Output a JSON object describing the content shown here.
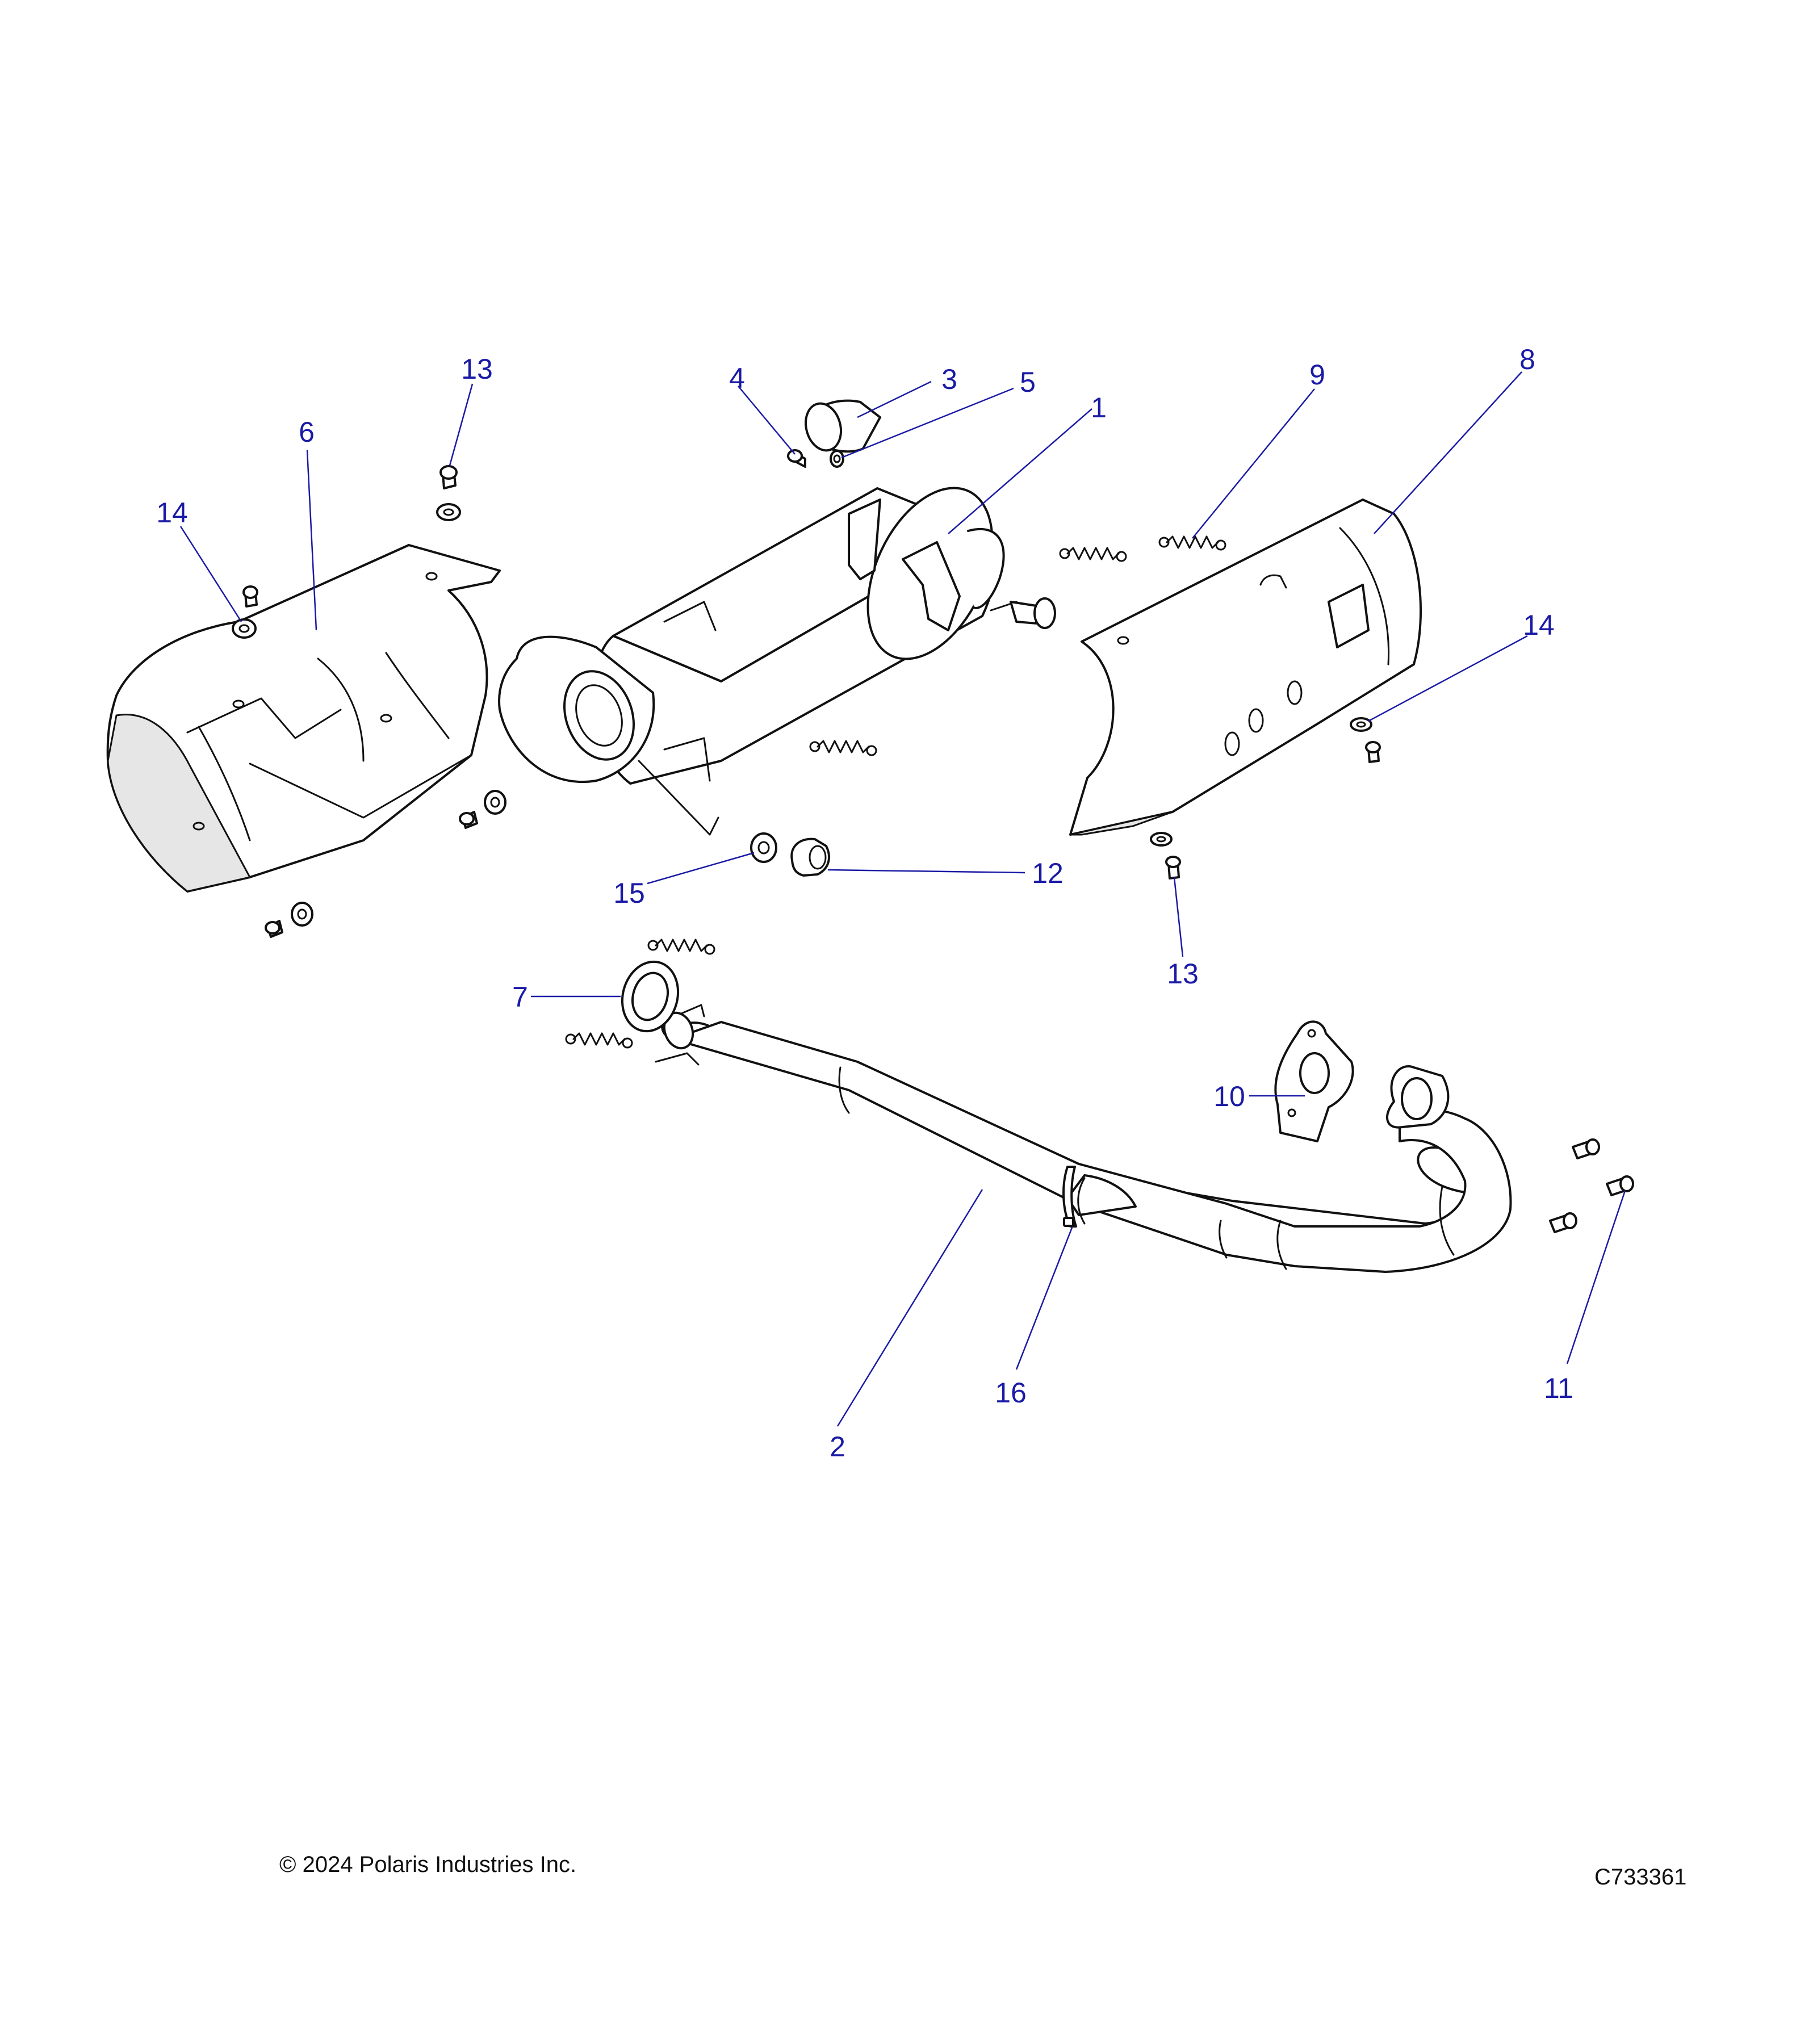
{
  "diagram": {
    "callout_color": "#1a1aa6",
    "line_color": "#111111",
    "parts": [
      {
        "id": "muffler",
        "label": "1"
      },
      {
        "id": "head-pipe",
        "label": "2"
      },
      {
        "id": "outlet-cap",
        "label": "3"
      },
      {
        "id": "cap-screw",
        "label": "4"
      },
      {
        "id": "cap-nut",
        "label": "5"
      },
      {
        "id": "left-heat-shield",
        "label": "6"
      },
      {
        "id": "pipe-seal",
        "label": "7"
      },
      {
        "id": "right-heat-shield",
        "label": "8"
      },
      {
        "id": "muffler-spring",
        "label": "9"
      },
      {
        "id": "exhaust-gasket",
        "label": "10"
      },
      {
        "id": "flange-bolt",
        "label": "11"
      },
      {
        "id": "muffler-grommet",
        "label": "12"
      },
      {
        "id": "shield-screw-top",
        "label": "13"
      },
      {
        "id": "shield-screw-bottom",
        "label": "13"
      },
      {
        "id": "shield-washer-left",
        "label": "14"
      },
      {
        "id": "shield-washer-right",
        "label": "14"
      },
      {
        "id": "grommet-washer",
        "label": "15"
      },
      {
        "id": "pipe-clamp",
        "label": "16"
      }
    ]
  },
  "footer": {
    "copyright": "© 2024 Polaris Industries Inc.",
    "drawing_number": "C733361"
  }
}
